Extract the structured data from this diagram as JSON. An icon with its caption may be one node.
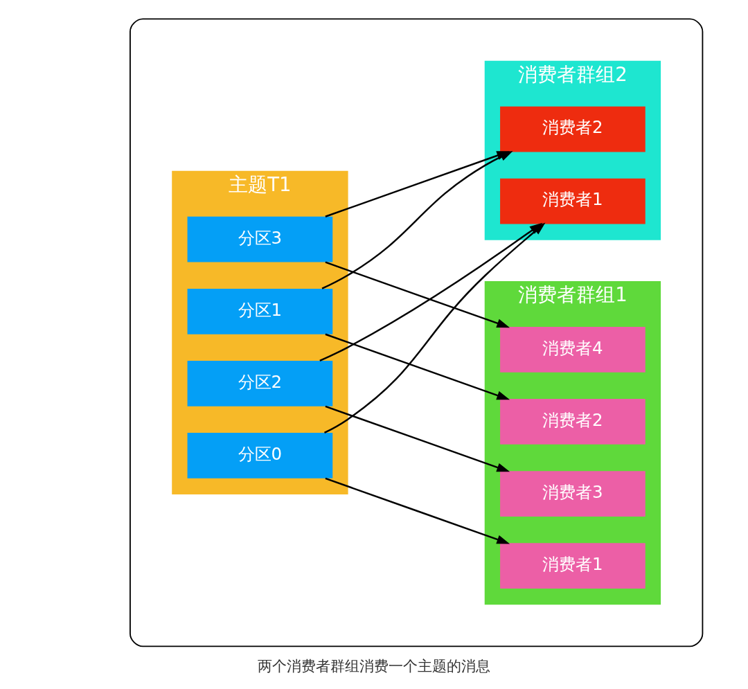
{
  "diagram": {
    "caption": "两个消费者群组消费一个主题的消息",
    "nodes": [
      {
        "text": [],
        "shape": "box"
      },
      {
        "text": [
          "主题T1"
        ],
        "in": 0
      },
      {
        "text": [
          "分区0"
        ],
        "in": 1
      },
      {
        "text": [
          "分区1"
        ],
        "in": 1
      },
      {
        "text": [
          "分区2"
        ],
        "in": 1
      },
      {
        "text": [
          "分区3"
        ],
        "in": 1
      },
      {
        "text": [
          "消费者群组1"
        ],
        "in": 0
      },
      {
        "text": [
          "消费者1"
        ],
        "in": 6
      },
      {
        "text": [
          "消费者2"
        ],
        "in": 6
      },
      {
        "text": [
          "消费者3"
        ],
        "in": 6
      },
      {
        "text": [
          "消费者4"
        ],
        "in": 6
      },
      {
        "text": [
          "消费者群组2"
        ],
        "in": 0
      },
      {
        "text": [
          "消费者1"
        ],
        "in": 11
      },
      {
        "text": [
          "消费者2"
        ],
        "in": 11
      }
    ],
    "edges": [
      {
        "from": 2,
        "to": 7,
        "arrow": "to"
      },
      {
        "from": 2,
        "to": 12,
        "arrow": "to"
      },
      {
        "from": 3,
        "to": 8,
        "arrow": "to"
      },
      {
        "from": 3,
        "to": 13,
        "arrow": "to"
      },
      {
        "from": 4,
        "to": 9,
        "arrow": "to"
      },
      {
        "from": 4,
        "to": 12,
        "arrow": "to"
      },
      {
        "from": 5,
        "to": 10,
        "arrow": "to"
      },
      {
        "from": 5,
        "to": 13,
        "arrow": "to"
      }
    ]
  }
}
